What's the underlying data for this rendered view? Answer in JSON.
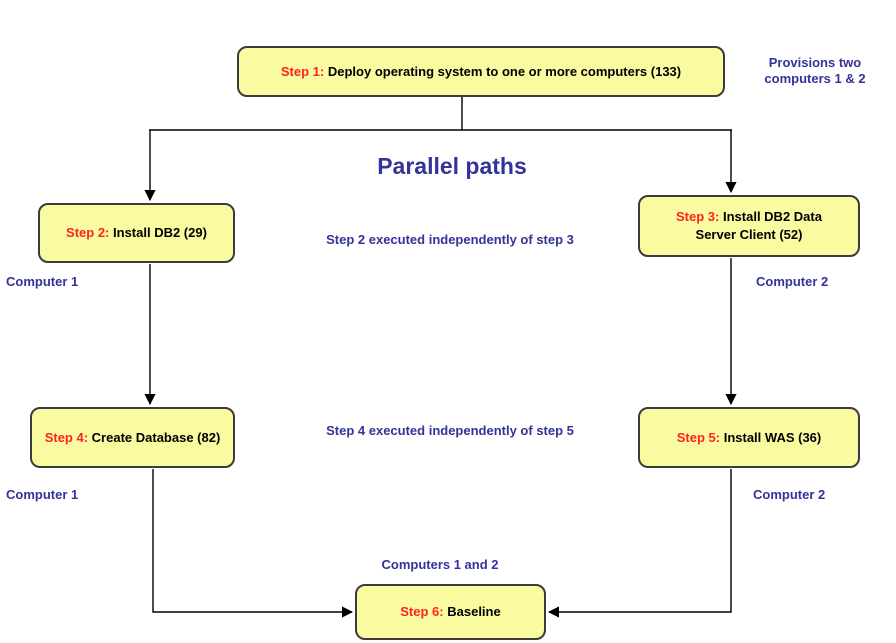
{
  "title": "Parallel paths",
  "colors": {
    "box_fill": "#FAFAA0",
    "box_border": "#3b3b3b",
    "step_red": "#FF2222",
    "note_blue": "#333399",
    "line": "#000000"
  },
  "boxes": {
    "step1": {
      "prefix": "Step 1:",
      "label": "Deploy operating system to one or more computers (133)"
    },
    "step2": {
      "prefix": "Step 2:",
      "label": "Install DB2 (29)"
    },
    "step3": {
      "prefix": "Step 3:",
      "label": "Install DB2 Data Server Client (52)"
    },
    "step4": {
      "prefix": "Step 4:",
      "label": "Create Database (82)"
    },
    "step5": {
      "prefix": "Step 5:",
      "label": "Install WAS (36)"
    },
    "step6": {
      "prefix": "Step 6:",
      "label": "Baseline"
    }
  },
  "annotations": {
    "provisions": "Provisions two computers 1 & 2",
    "step2_note": "Step 2 executed independently of step 3",
    "step4_note": "Step 4 executed independently of step 5",
    "computer1_top": "Computer 1",
    "computer2_top": "Computer 2",
    "computer1_bottom": "Computer 1",
    "computer2_bottom": "Computer 2",
    "computers_both": "Computers 1 and 2"
  }
}
